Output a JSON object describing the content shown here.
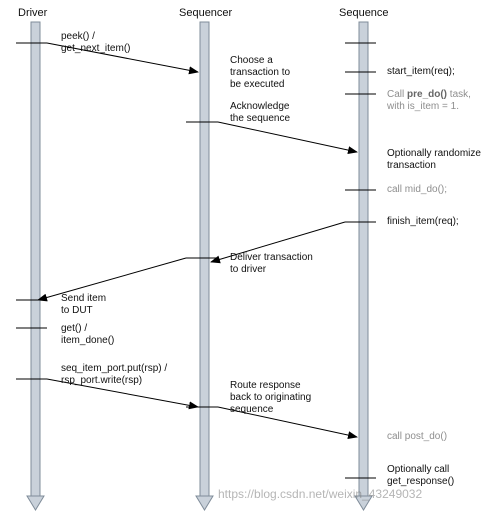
{
  "headers": {
    "driver": "Driver",
    "sequencer": "Sequencer",
    "sequence": "Sequence"
  },
  "labels": {
    "peek_1": "peek() /",
    "peek_2": "get_next_item()",
    "choose_1": "Choose a",
    "choose_2": "transaction to",
    "choose_3": "be executed",
    "ack_1": "Acknowledge",
    "ack_2": "the sequence",
    "start_item": "start_item(req);",
    "call_pre_1a": "Call ",
    "call_pre_1b": "pre_do()",
    "call_pre_1c": " task,",
    "call_pre_2": "with is_item = 1.",
    "rand_1": "Optionally randomize",
    "rand_2": "transaction",
    "mid_do": "call mid_do();",
    "finish_item": "finish_item(req);",
    "deliver_1": "Deliver transaction",
    "deliver_2": "to driver",
    "send_1": "Send item",
    "send_2": "to DUT",
    "get_1": "get() /",
    "get_2": "item_done()",
    "put_1": "seq_item_port.put(rsp) /",
    "put_2": "rsp_port.write(rsp)",
    "route_1": "Route response",
    "route_2": "back to originating",
    "route_3": "sequence",
    "post_do": "call post_do()",
    "getresp_1": "Optionally call",
    "getresp_2": "get_response()",
    "watermark": "https://blog.csdn.net/weixin_43249032"
  },
  "colors": {
    "lifeline_fill": "#c9d1da",
    "lifeline_stroke": "#7f8c99",
    "line": "#000000",
    "gray_text": "#8e8e8e"
  }
}
